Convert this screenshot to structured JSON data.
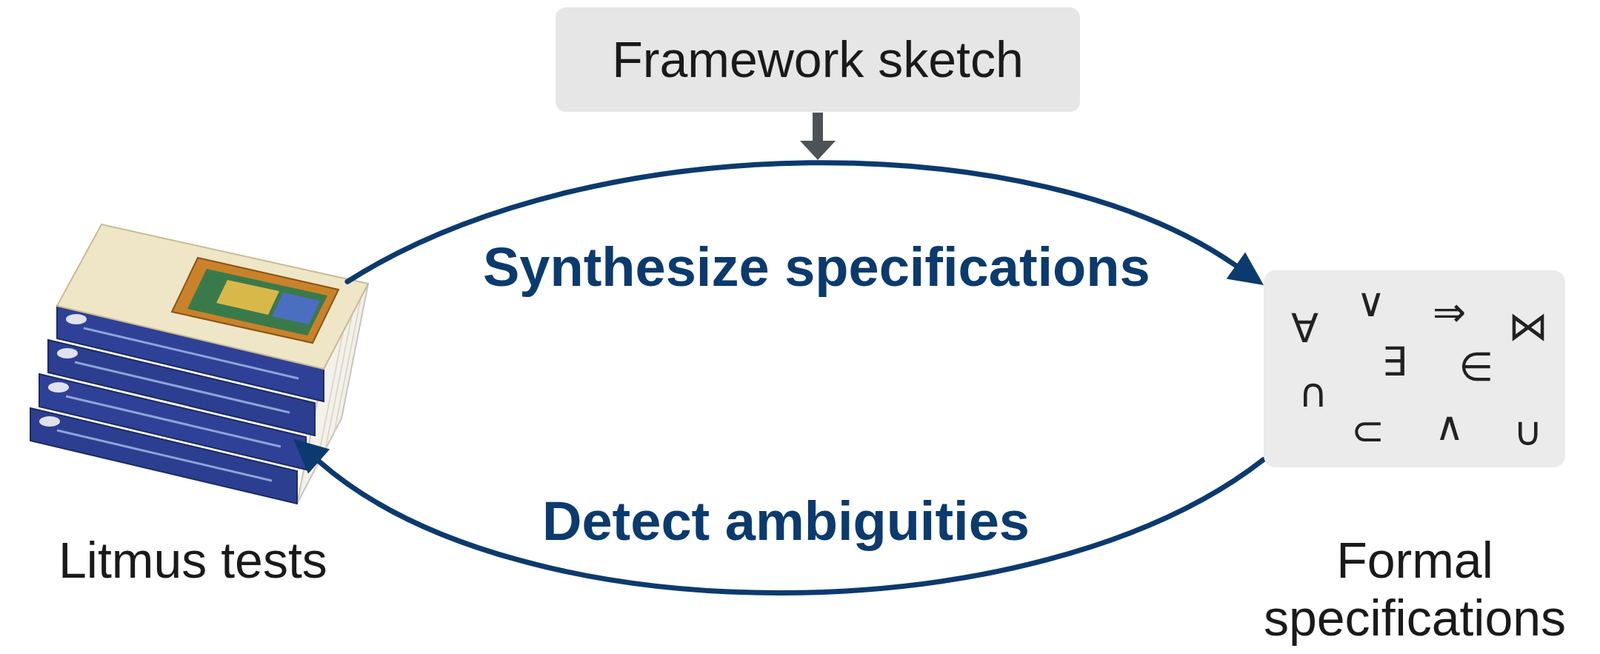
{
  "diagram": {
    "nodes": [
      {
        "text": [
          "Framework sketch"
        ]
      },
      {
        "text": [
          "Litmus tests"
        ]
      },
      {
        "text": [
          "Formal specifications"
        ]
      }
    ],
    "edges": [
      {
        "from": 1,
        "to": 2,
        "arrow": "to",
        "label": "Synthesize specifications"
      },
      {
        "from": 2,
        "to": 1,
        "arrow": "to",
        "label": "Detect ambiguities"
      }
    ],
    "labels": [
      "∀",
      "∨",
      "⇒",
      "⋈",
      "∃",
      "∈",
      "∩",
      "⊂",
      "∧",
      "∪"
    ]
  }
}
